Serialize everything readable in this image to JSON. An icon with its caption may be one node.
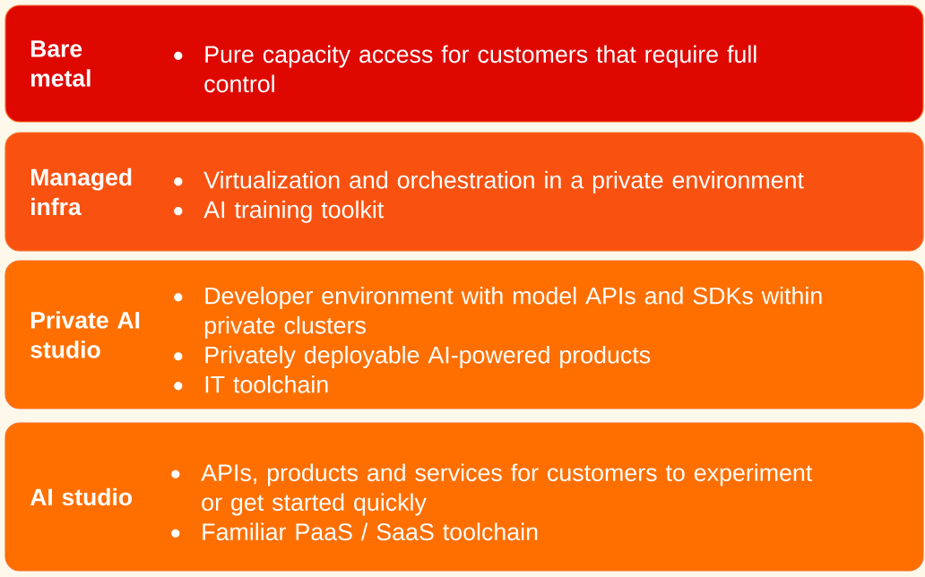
{
  "diagram": {
    "nodes": [
      {
        "text": [
          "Bare metal",
          "Pure capacity access for customers that require full control"
        ]
      },
      {
        "text": [
          "Managed infra",
          "Virtualization and orchestration in a private environment",
          "AI training toolkit"
        ]
      },
      {
        "text": [
          "Private AI studio",
          "Developer environment with model APIs and SDKs within private clusters",
          "Privately deployable AI-powered products",
          "IT toolchain"
        ]
      },
      {
        "text": [
          "AI studio",
          "APIs, products and services for customers to experiment or get started quickly",
          "Familiar PaaS / SaaS toolchain"
        ]
      }
    ]
  }
}
